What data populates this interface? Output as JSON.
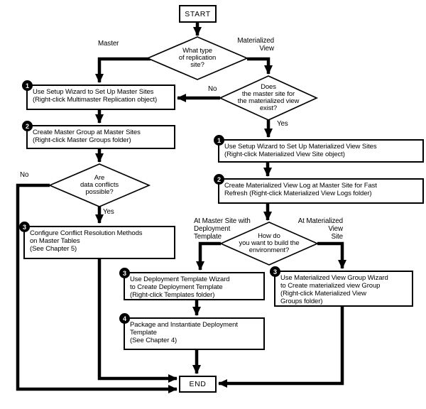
{
  "nodes": {
    "start": {
      "label": "START"
    },
    "end": {
      "label": "END"
    },
    "decision_replication_type": {
      "text": "What type\nof replication\nsite?"
    },
    "decision_master_site_exists": {
      "text": "Does\nthe master site for\nthe materialized view\nexist?"
    },
    "decision_data_conflicts": {
      "text": "Are\ndata conflicts\npossible?"
    },
    "decision_build_environment": {
      "text": "How do\nyou want to build the\nenvironment?"
    },
    "step_setup_master_sites": {
      "num": "1",
      "text": "Use Setup Wizard to Set Up Master Sites\n(Right-click Multimaster Replication object)"
    },
    "step_create_master_group": {
      "num": "2",
      "text": "Create Master Group at Master Sites\n(Right-click Master Groups folder)"
    },
    "step_configure_conflict_resolution": {
      "num": "3",
      "text": "Configure Conflict Resolution Methods\non Master Tables\n(See Chapter 5)"
    },
    "step_setup_mv_sites": {
      "num": "1",
      "text": "Use Setup Wizard to Set Up Materialized View Sites\n(Right-click Materialized View Site object)"
    },
    "step_create_mv_log": {
      "num": "2",
      "text": "Create Materialized View Log at Master Site for Fast\nRefresh (Right-click Materialized View Logs folder)"
    },
    "step_deployment_template_wizard": {
      "num": "3",
      "text": "Use Deployment Template Wizard\nto Create Deployment Template\n(Right-click Templates folder)"
    },
    "step_package_instantiate": {
      "num": "4",
      "text": "Package and Instantiate Deployment\nTemplate\n(See Chapter 4)"
    },
    "step_mv_group_wizard": {
      "num": "3",
      "text": "Use Materialized View Group Wizard\nto Create materialized view Group\n(Right-click Materialized View\nGroups folder)"
    }
  },
  "edge_labels": {
    "master": "Master",
    "materialized_view": "Materialized\nView",
    "master_site_no": "No",
    "master_site_yes": "Yes",
    "conflicts_no": "No",
    "conflicts_yes": "Yes",
    "at_master_site_with_deployment_template": "At Master Site with\nDeployment\nTemplate",
    "at_materialized_view_site": "At Materialized\nView\nSite"
  },
  "colors": {
    "line": "#000000",
    "background": "#ffffff",
    "node_fill": "#ffffff",
    "badge_bg": "#000000",
    "badge_text": "#ffffff"
  }
}
